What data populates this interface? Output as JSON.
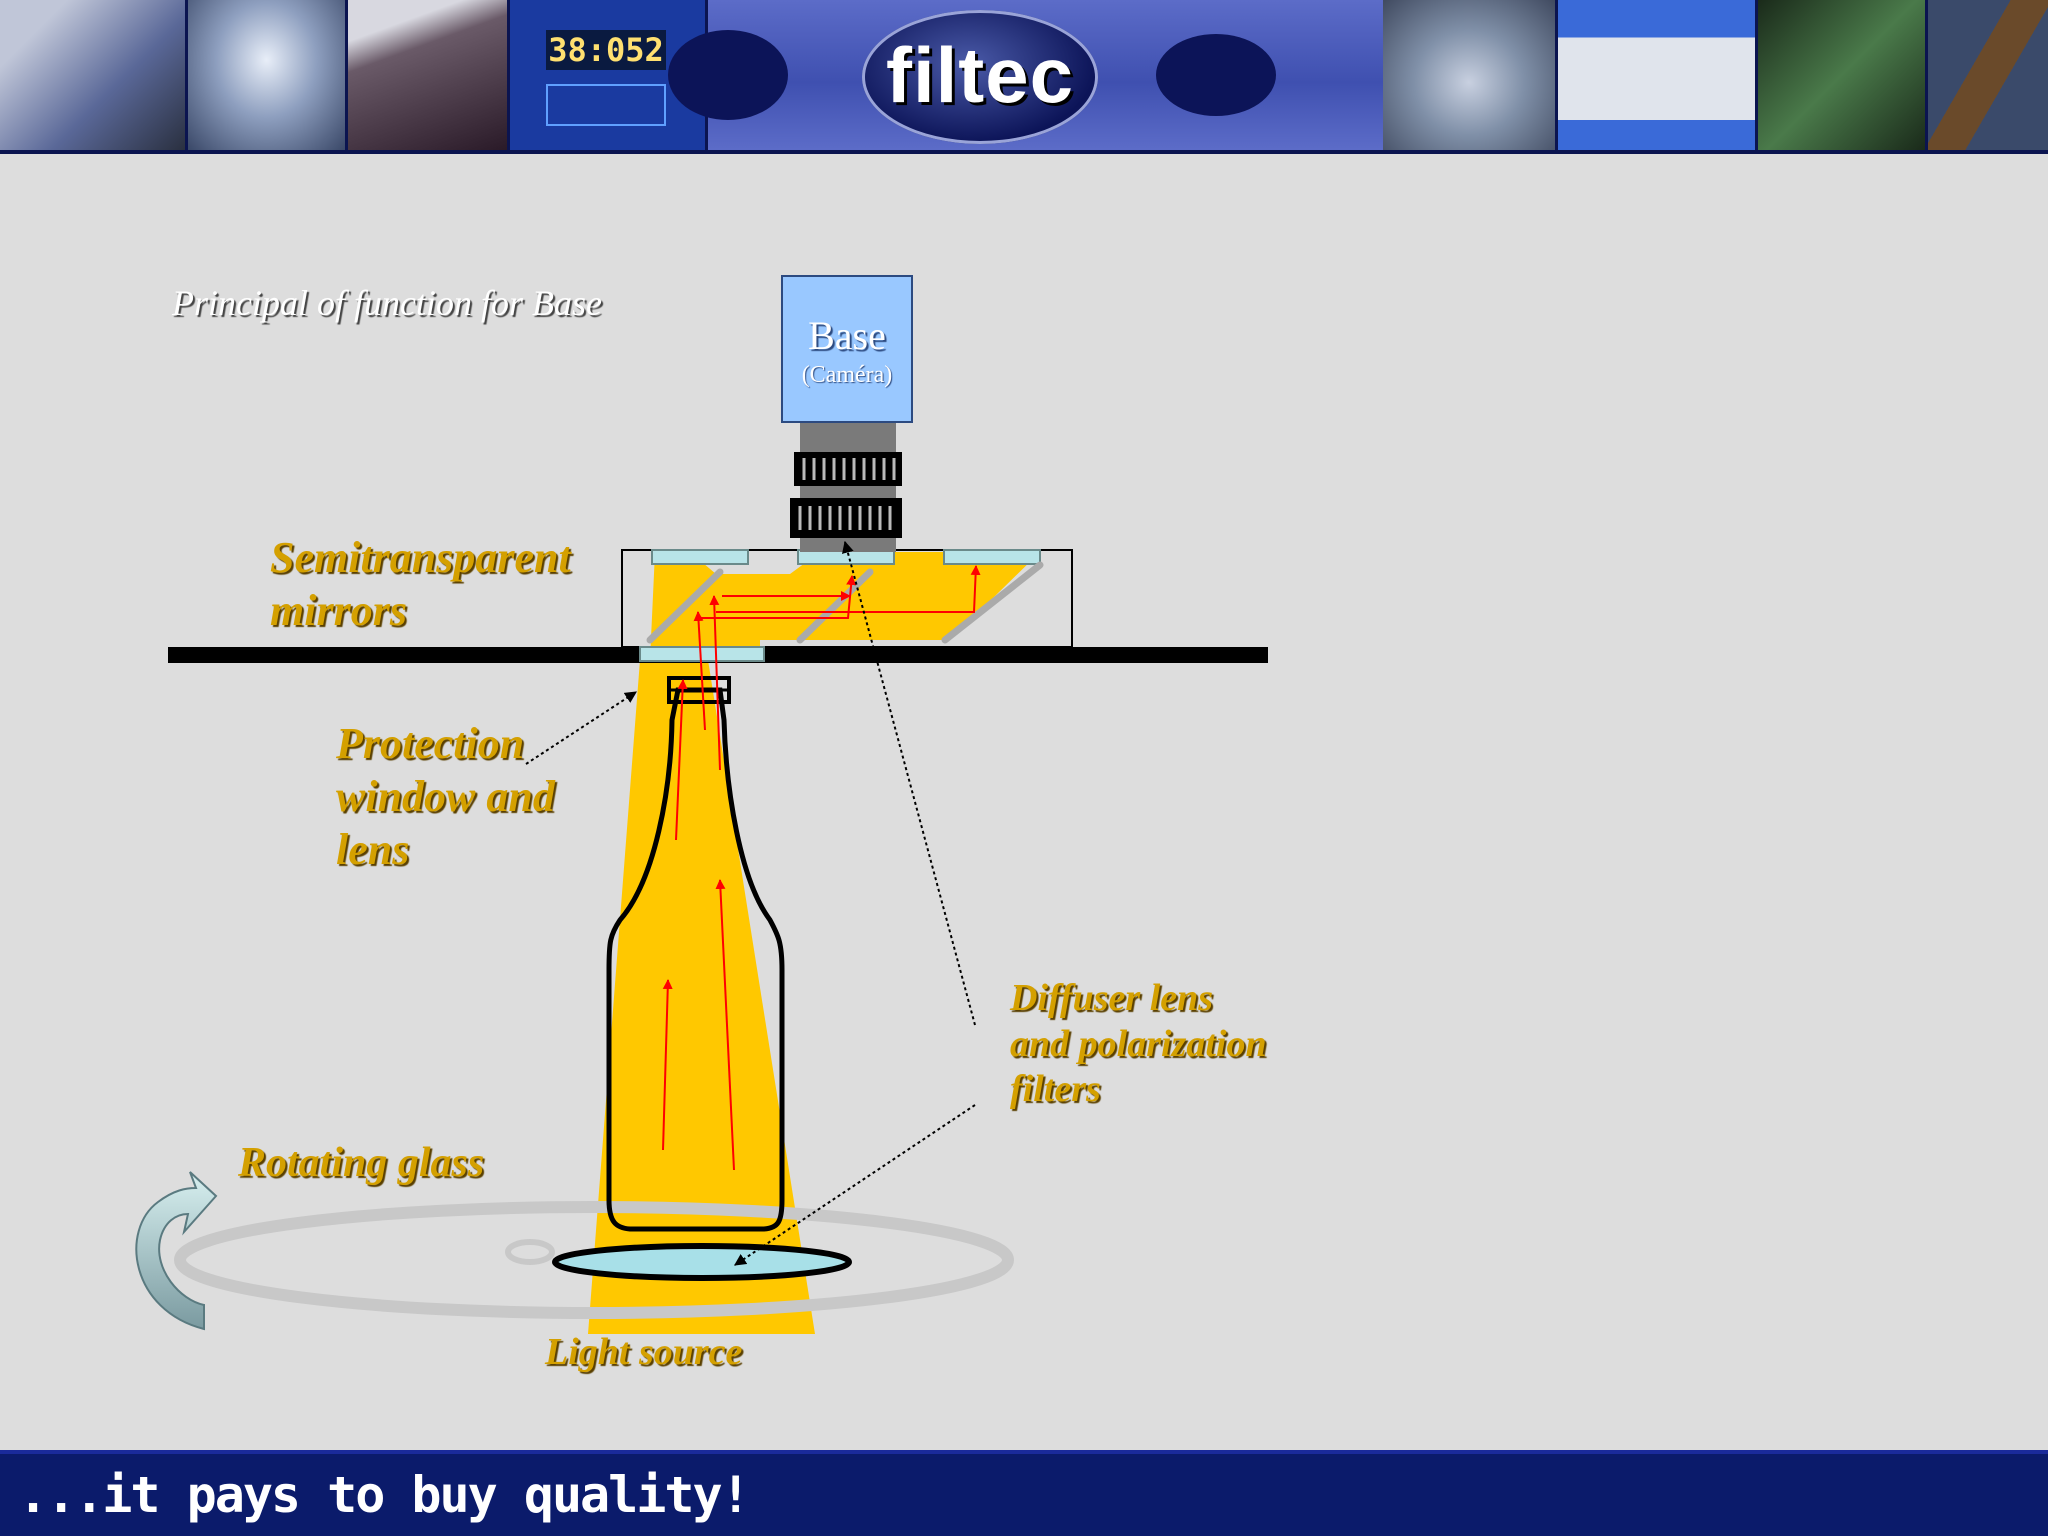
{
  "banner": {
    "logo_text": "filtec",
    "photos": [
      {
        "name": "inspection-room-photo",
        "color": "#7a86b8"
      },
      {
        "name": "can-lid-photo",
        "color": "#8e9fbf"
      },
      {
        "name": "operator-photo",
        "color": "#4a3a48"
      },
      {
        "name": "monitor-display-photo",
        "color": "#1a3aa0"
      },
      {
        "name": "filler-head-photo",
        "color": "#8090a8"
      },
      {
        "name": "machine-cabinet-photo",
        "color": "#3a6ad8"
      },
      {
        "name": "conveyor-photo",
        "color": "#2e5a2e"
      },
      {
        "name": "sensor-photo",
        "color": "#3a4a6a"
      }
    ],
    "display_readout": "38:052"
  },
  "title": "Principal of function for Base",
  "camera": {
    "title": "Base",
    "subtitle": "(Caméra)"
  },
  "labels": {
    "mirrors": "Semitransparent\nmirrors",
    "protection": "Protection\nwindow and\nlens",
    "diffuser": "Diffuser lens\nand polarization\nfilters",
    "rotating": "Rotating glass",
    "light": "Light source"
  },
  "footer": {
    "slogan": "...it pays to buy quality!"
  },
  "colors": {
    "light_beam": "#ffc800",
    "arrow": "#ff0000",
    "camera": "#99c8ff",
    "banner": "#1a2a7a",
    "footer": "#0b1b6b"
  }
}
